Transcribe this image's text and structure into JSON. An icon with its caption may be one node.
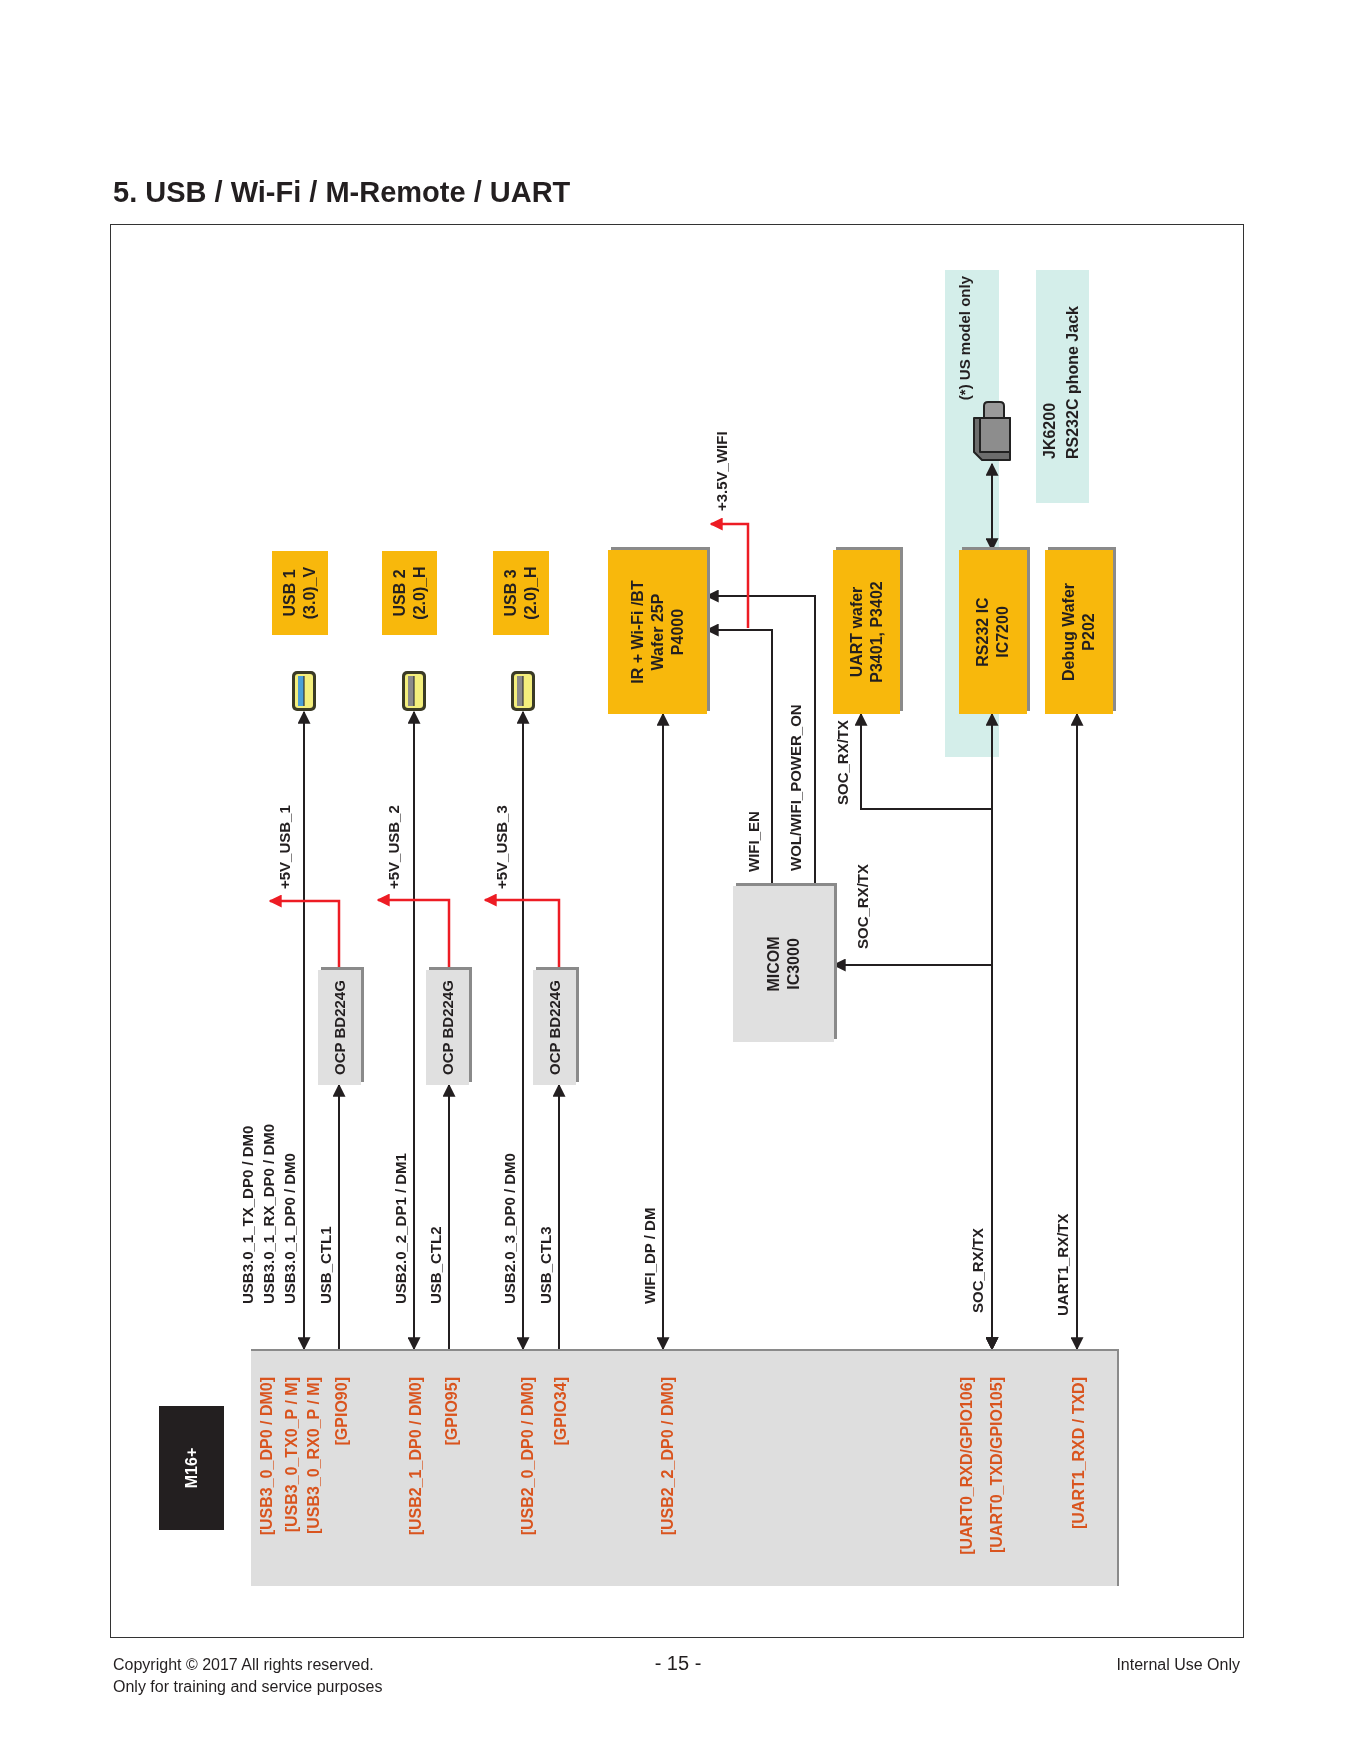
{
  "diagram": {
    "title": "5. USB / Wi-Fi / M-Remote / UART",
    "nodes": [
      {
        "text": [
          "[USB3_0_DP0 / DM0]",
          "[USB3_0_TX0_P / M]",
          "[USB3_0_RX0_P / M]",
          "[GPIO90]",
          "[USB2_1_DP0 / DM0]",
          "[GPIO95]",
          "[USB2_0_DP0 / DM0]",
          "[GPIO34]",
          "[USB2_2_DP0 / DM0]",
          "[UART0_RXD/GPIO106]",
          "[UART0_TXD/GPIO105]",
          "[UART1_RXD / TXD]"
        ]
      },
      {
        "text": [
          "M16+"
        ]
      },
      {
        "text": [
          "USB 1",
          "(3.0)_V"
        ]
      },
      {
        "text": [
          "USB 2",
          "(2.0)_H"
        ]
      },
      {
        "text": [
          "USB 3",
          "(2.0)_H"
        ]
      },
      {
        "text": [],
        "shape": "picture"
      },
      {
        "text": [],
        "shape": "picture"
      },
      {
        "text": [],
        "shape": "picture"
      },
      {
        "text": [
          "OCP BD224G"
        ]
      },
      {
        "text": [
          "OCP BD224G"
        ]
      },
      {
        "text": [
          "OCP BD224G"
        ]
      },
      {
        "text": [
          "IR + Wi-Fi /BT",
          "Wafer 25P",
          "P4000"
        ]
      },
      {
        "text": [
          "MICOM",
          "IC3000"
        ]
      },
      {
        "text": [
          "UART wafer",
          "P3401, P3402"
        ]
      },
      {
        "text": [],
        "shape": "picture"
      },
      {
        "text": [
          "RS232 IC",
          "IC7200"
        ]
      },
      {
        "text": [
          "JK6200",
          "RS232C phone Jack"
        ]
      },
      {
        "text": [
          "Debug Wafer",
          "P202"
        ]
      }
    ],
    "edges": [
      {
        "from": 0,
        "to": 5,
        "arrow": "both",
        "label": "USB3.0_1_TX_DP0 / DM0 USB3.0_1_RX_DP0 / DM0 USB3.0_1_DP0 / DM0"
      },
      {
        "from": 0,
        "to": 8,
        "arrow": "to",
        "label": "USB_CTL1"
      },
      {
        "from": 8,
        "to": null,
        "arrow": "to",
        "label": "+5V_USB_1",
        "color": "#ed1c24"
      },
      {
        "from": 0,
        "to": 6,
        "arrow": "both",
        "label": "USB2.0_2_DP1 / DM1"
      },
      {
        "from": 0,
        "to": 9,
        "arrow": "to",
        "label": "USB_CTL2"
      },
      {
        "from": 9,
        "to": null,
        "arrow": "to",
        "label": "+5V_USB_2",
        "color": "#ed1c24"
      },
      {
        "from": 0,
        "to": 7,
        "arrow": "both",
        "label": "USB2.0_3_DP0 / DM0"
      },
      {
        "from": 0,
        "to": 10,
        "arrow": "to",
        "label": "USB_CTL3"
      },
      {
        "from": 10,
        "to": null,
        "arrow": "to",
        "label": "+5V_USB_3",
        "color": "#ed1c24"
      },
      {
        "from": 0,
        "to": 11,
        "arrow": "both",
        "label": "WIFI_DP / DM"
      },
      {
        "from": 12,
        "to": 11,
        "arrow": "to",
        "label": "WIFI_EN"
      },
      {
        "from": 12,
        "to": 11,
        "arrow": "to",
        "label": "WOL/WIFI_POWER_ON"
      },
      {
        "from": 0,
        "to": 15,
        "arrow": "both",
        "label": "SOC_RX/TX"
      },
      {
        "from": 0,
        "to": 13,
        "arrow": "both",
        "label": "SOC_RX/TX"
      },
      {
        "from": 0,
        "to": 12,
        "arrow": "both",
        "label": "SOC_RX/TX"
      },
      {
        "from": 15,
        "to": 14,
        "arrow": "both"
      },
      {
        "from": 0,
        "to": 17,
        "arrow": "both",
        "label": "UART1_RX/TX"
      }
    ],
    "labels": [
      "+3.5V_WIFI",
      "(*) US model only",
      "Copyright © 2017 All rights reserved.",
      "Only for training and service purposes",
      "- 15 -",
      "Internal Use Only"
    ]
  }
}
